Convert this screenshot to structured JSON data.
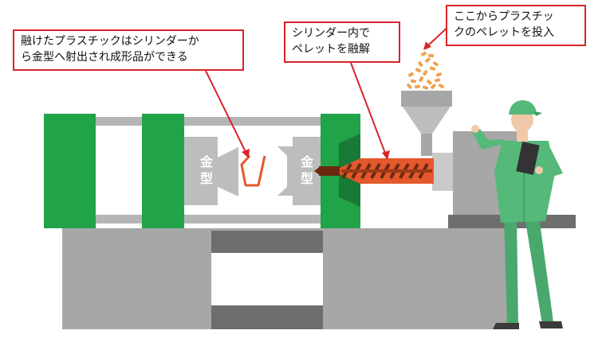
{
  "callouts": {
    "mold_fill": {
      "line1": "融けたプラスチックはシリンダーか",
      "line2": "ら金型へ射出され成形品ができる"
    },
    "cylinder": {
      "line1": "シリンダー内で",
      "line2": "ペレットを融解"
    },
    "hopper": {
      "line1": "ここからプラスチッ",
      "line2": "クのペレットを投入"
    }
  },
  "mold_labels": {
    "left": {
      "char1": "金",
      "char2": "型"
    },
    "right": {
      "char1": "金",
      "char2": "型"
    }
  },
  "colors": {
    "machine_green": "#21a347",
    "machine_dark_green": "#187a35",
    "body_gray": "#a7a7a7",
    "dark_gray": "#707070",
    "mold_gray": "#bdbdbd",
    "callout_red": "#d8252a",
    "pellet_orange": "#f0a24e",
    "worker_green": "#55b97a"
  }
}
